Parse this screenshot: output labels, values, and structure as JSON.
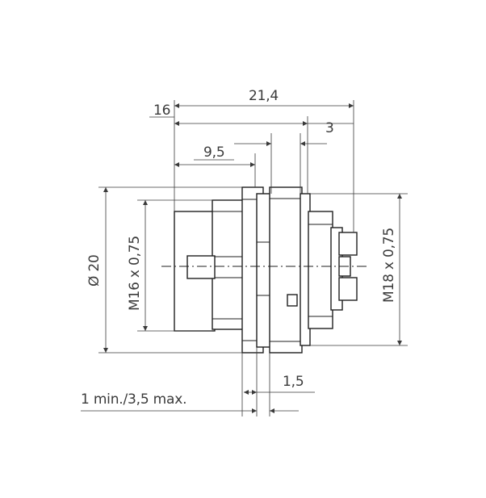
{
  "dimensions": {
    "overall_length": "21,4",
    "front_length": "16",
    "rear_length": "3",
    "thread_length": "9,5",
    "diameter": "Ø 20",
    "front_thread": "M16 x 0,75",
    "rear_thread": "M18 x 0,75",
    "panel_thickness": "1 min./3,5 max.",
    "nut_thickness": "1,5"
  }
}
